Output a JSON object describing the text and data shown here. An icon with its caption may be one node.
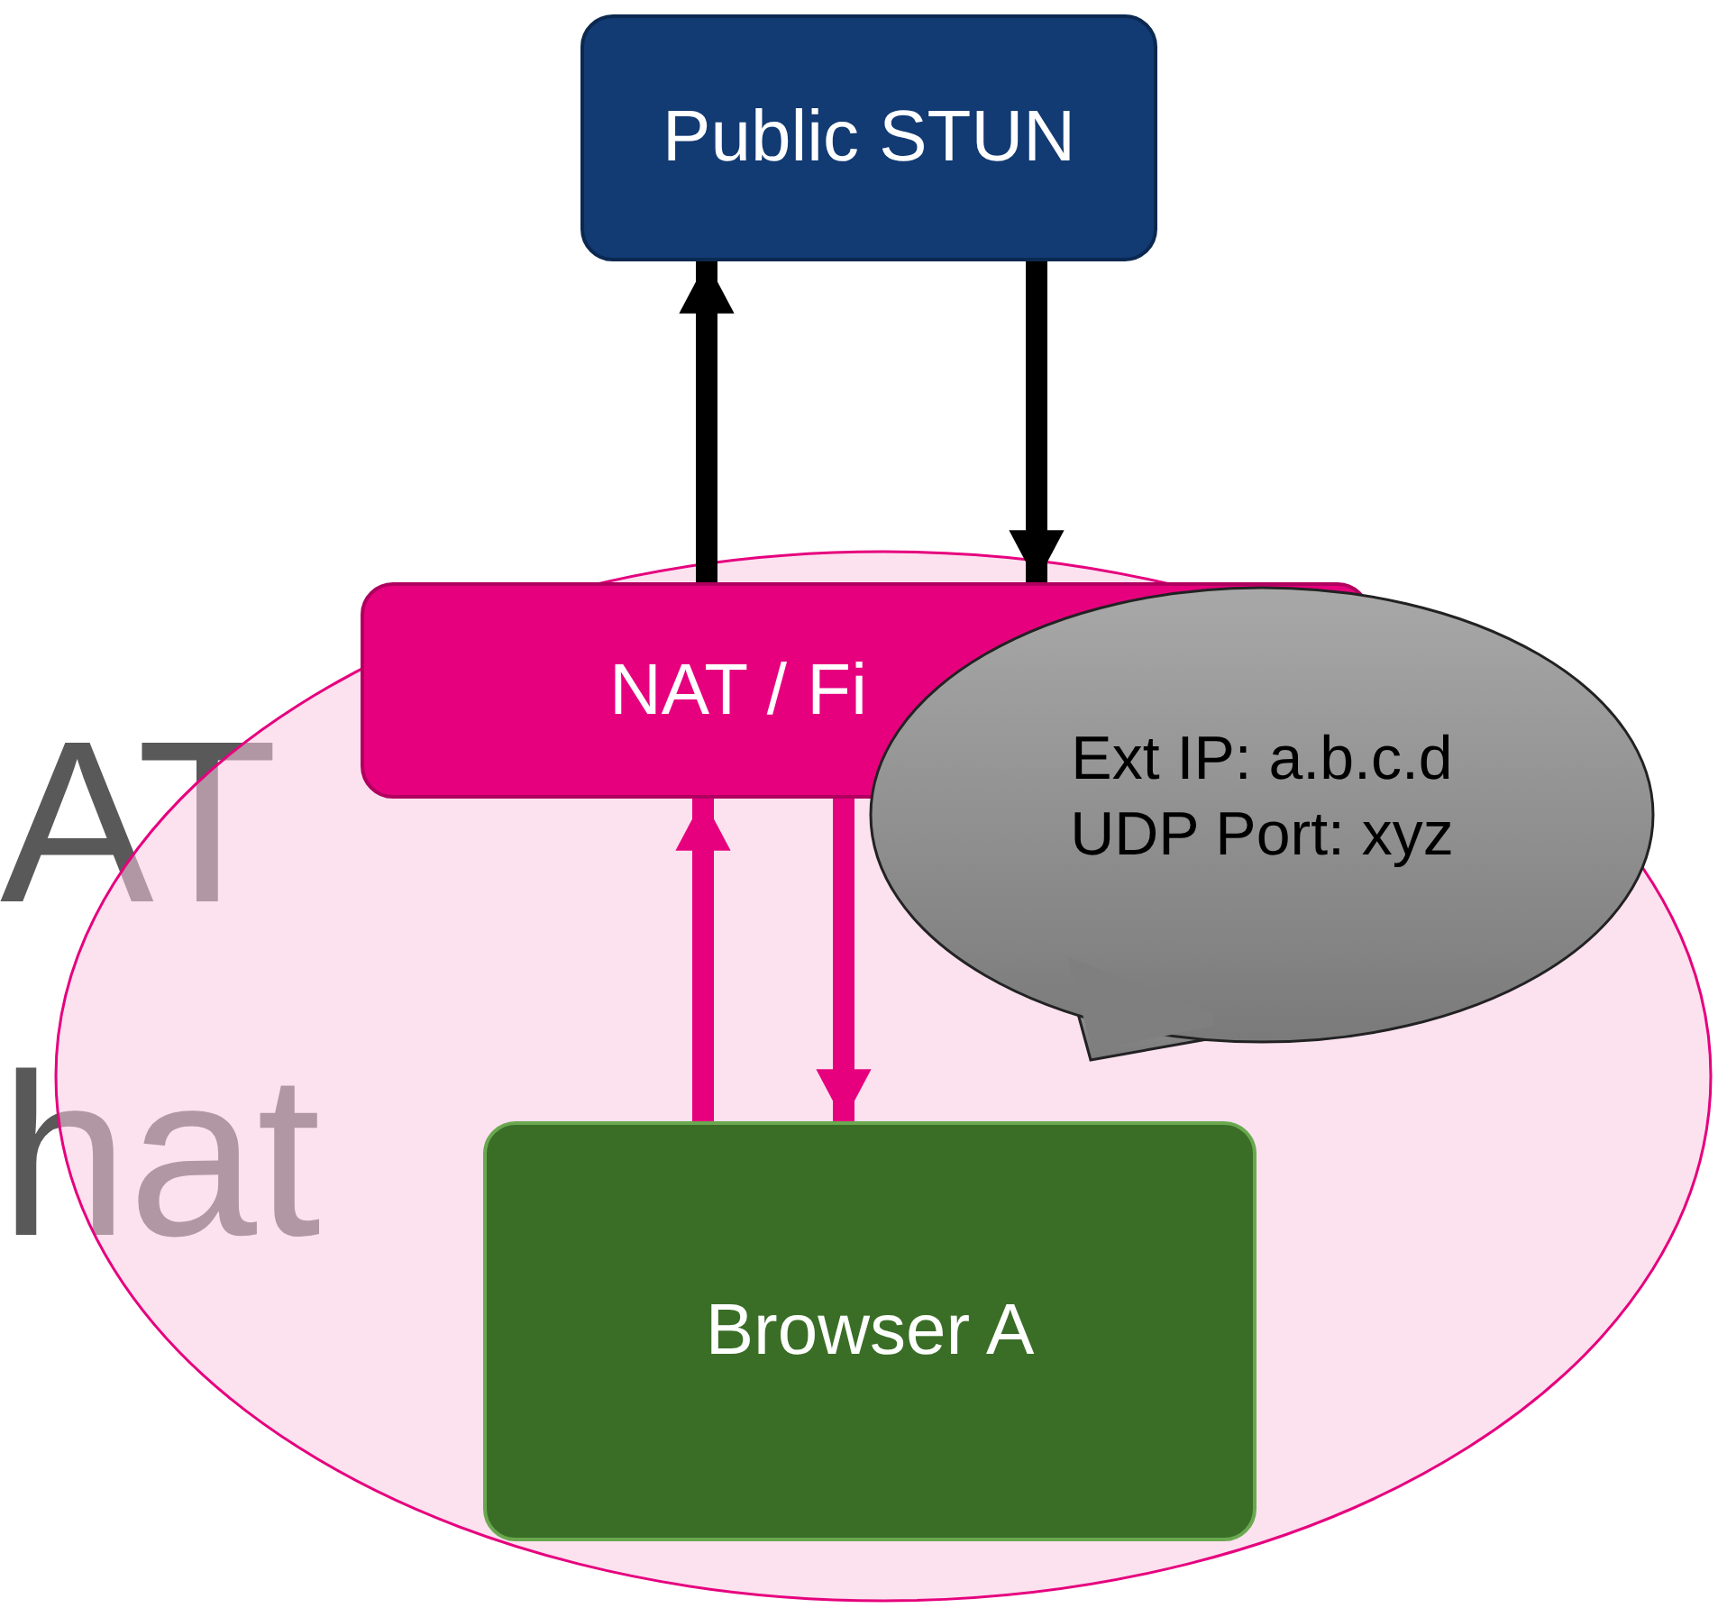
{
  "diagram": {
    "nodes": [
      {
        "text": [
          "Public STUN"
        ]
      },
      {
        "text": [],
        "shape": "ellipse"
      },
      {
        "text": [
          "NAT / Fi"
        ],
        "in": 1
      },
      {
        "text": [
          "Browser A"
        ],
        "in": 1
      },
      {
        "text": [
          "Ext IP: a.b.c.d UDP Port: xyz"
        ],
        "in": 1
      }
    ],
    "edges": [
      {
        "from": 2,
        "to": 0,
        "arrow": "to",
        "color": "#000000"
      },
      {
        "from": 0,
        "to": 2,
        "arrow": "to",
        "color": "#000000"
      },
      {
        "from": 3,
        "to": 2,
        "arrow": "to",
        "color": "#e6007e"
      },
      {
        "from": 2,
        "to": 3,
        "arrow": "to",
        "color": "#e6007e"
      }
    ],
    "labels": [
      "AT",
      "hat"
    ]
  }
}
